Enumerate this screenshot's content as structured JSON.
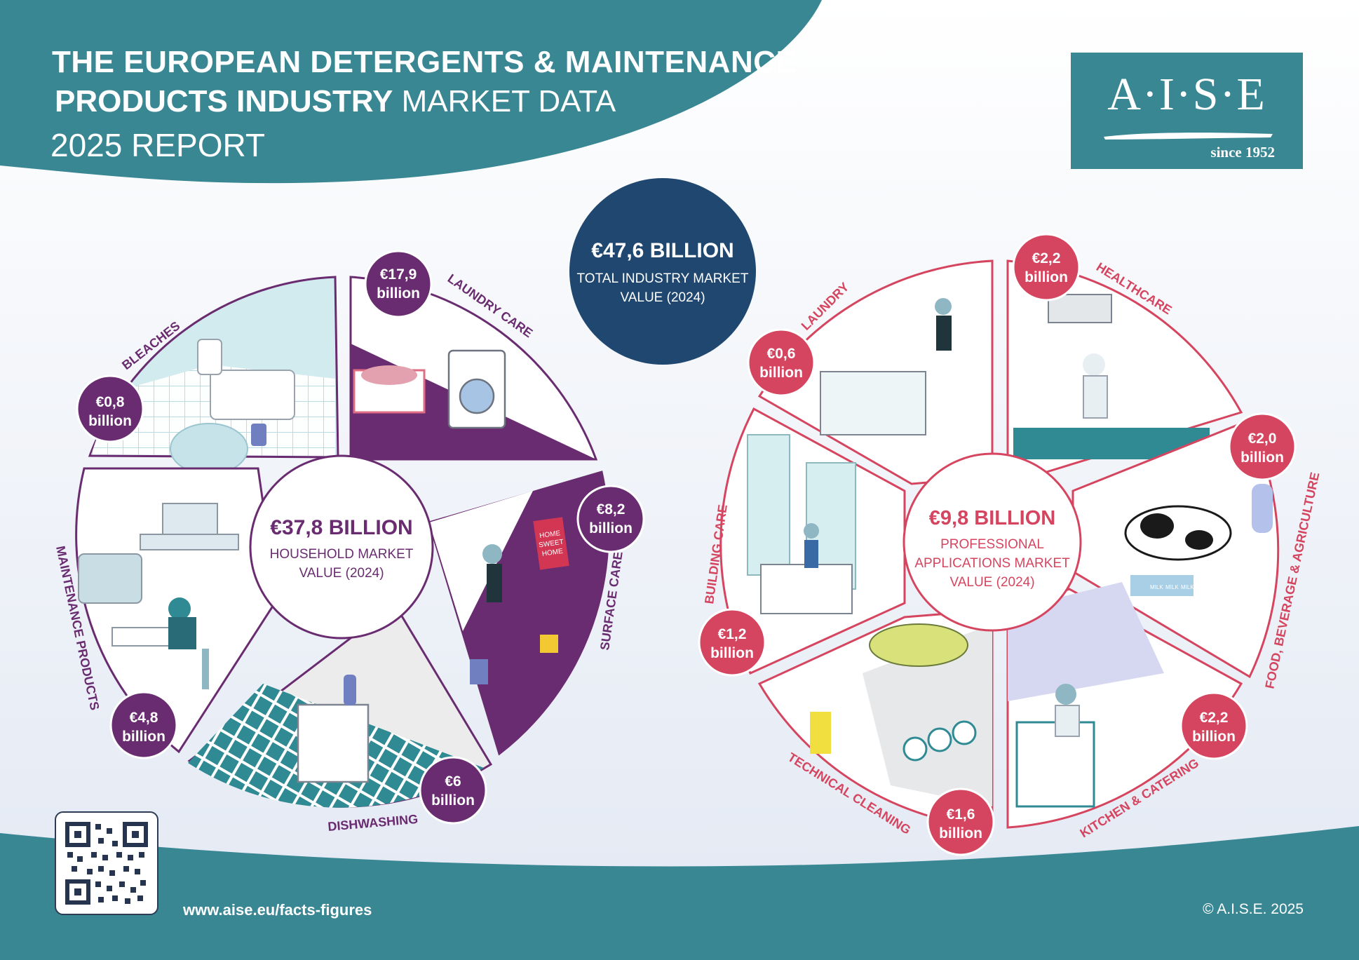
{
  "header": {
    "title_line1": "THE EUROPEAN DETERGENTS & MAINTENANCE",
    "title_line2_bold": "PRODUCTS INDUSTRY",
    "title_line2_light": " MARKET DATA",
    "title_line3": "2025 REPORT"
  },
  "logo": {
    "name": "A·I·S·E",
    "tagline": "since 1952"
  },
  "total": {
    "value": "€47,6 BILLION",
    "label_line1": "TOTAL INDUSTRY MARKET",
    "label_line2": "VALUE (2024)"
  },
  "household": {
    "value": "€37,8 BILLION",
    "label_line1": "HOUSEHOLD MARKET",
    "label_line2": "VALUE (2024)",
    "segments": [
      {
        "name": "BLEACHES",
        "amount": "€0,8",
        "unit": "billion"
      },
      {
        "name": "LAUNDRY CARE",
        "amount": "€17,9",
        "unit": "billion"
      },
      {
        "name": "SURFACE CARE",
        "amount": "€8,2",
        "unit": "billion"
      },
      {
        "name": "DISHWASHING",
        "amount": "€6",
        "unit": "billion"
      },
      {
        "name": "MAINTENANCE PRODUCTS",
        "amount": "€4,8",
        "unit": "billion"
      }
    ]
  },
  "professional": {
    "value": "€9,8 BILLION",
    "label_line1": "PROFESSIONAL",
    "label_line2": "APPLICATIONS MARKET",
    "label_line3": "VALUE (2024)",
    "segments": [
      {
        "name": "LAUNDRY",
        "amount": "€0,6",
        "unit": "billion"
      },
      {
        "name": "HEALTHCARE",
        "amount": "€2,2",
        "unit": "billion"
      },
      {
        "name": "FOOD, BEVERAGE & AGRICULTURE",
        "amount": "€2,0",
        "unit": "billion"
      },
      {
        "name": "KITCHEN & CATERING",
        "amount": "€2,2",
        "unit": "billion"
      },
      {
        "name": "TECHNICAL CLEANING",
        "amount": "€1,6",
        "unit": "billion"
      },
      {
        "name": "BUILDING CARE",
        "amount": "€1,2",
        "unit": "billion"
      }
    ]
  },
  "decor": {
    "home_sign_1": "HOME",
    "home_sign_2": "SWEET",
    "home_sign_3": "HOME",
    "milk": "MILK"
  },
  "footer": {
    "url": "www.aise.eu/facts-figures",
    "copyright": "© A.I.S.E. 2025"
  },
  "colors": {
    "teal": "#3a8794",
    "purple": "#6a2c70",
    "navy": "#1f4770",
    "red": "#d6455f"
  }
}
